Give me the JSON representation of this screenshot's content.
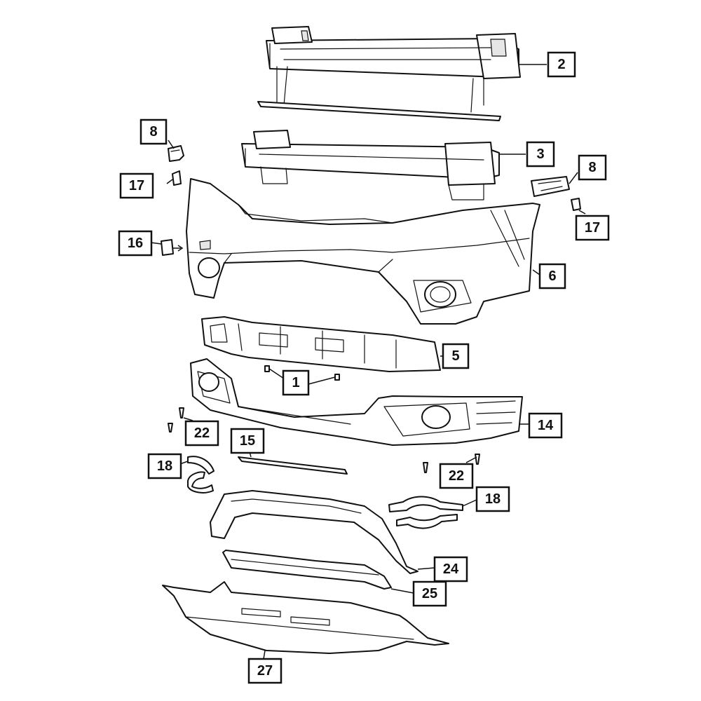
{
  "callouts": [
    {
      "id": "c2",
      "label": "2"
    },
    {
      "id": "c8a",
      "label": "8"
    },
    {
      "id": "c3",
      "label": "3"
    },
    {
      "id": "c8b",
      "label": "8"
    },
    {
      "id": "c17a",
      "label": "17"
    },
    {
      "id": "c17b",
      "label": "17"
    },
    {
      "id": "c16",
      "label": "16"
    },
    {
      "id": "c6",
      "label": "6"
    },
    {
      "id": "c5",
      "label": "5"
    },
    {
      "id": "c1",
      "label": "1"
    },
    {
      "id": "c22a",
      "label": "22"
    },
    {
      "id": "c14",
      "label": "14"
    },
    {
      "id": "c15",
      "label": "15"
    },
    {
      "id": "c18a",
      "label": "18"
    },
    {
      "id": "c22b",
      "label": "22"
    },
    {
      "id": "c18b",
      "label": "18"
    },
    {
      "id": "c24",
      "label": "24"
    },
    {
      "id": "c25",
      "label": "25"
    },
    {
      "id": "c27",
      "label": "27"
    }
  ]
}
